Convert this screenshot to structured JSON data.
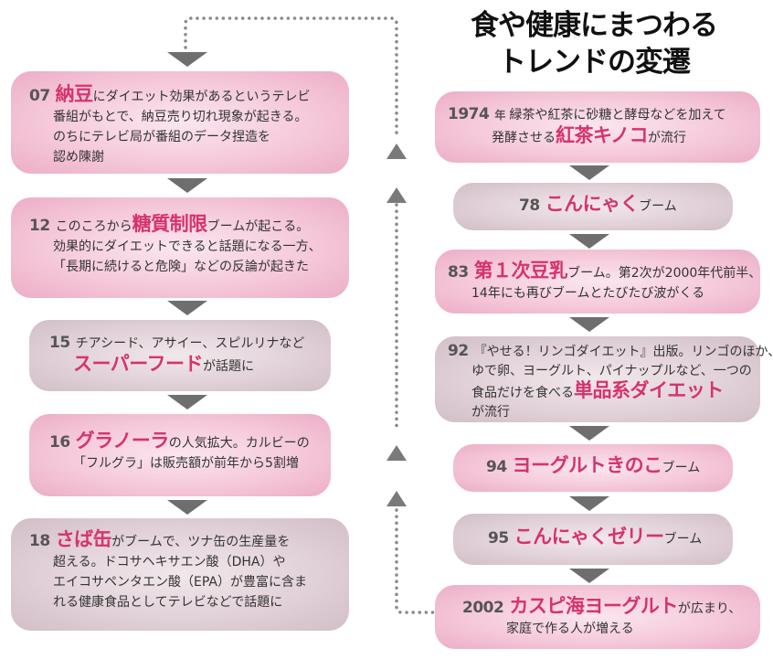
{
  "title": [
    "食や健康にまつわる",
    "トレンドの変遷"
  ],
  "right_column": [
    {
      "year": "1974",
      "year_suffix": "年",
      "lines": [
        [
          {
            "t": "緑茶や紅茶に砂糖と酵母などを加えて"
          }
        ],
        [
          {
            "t": "発酵させる"
          },
          {
            "h": "紅茶キノコ"
          },
          {
            "t": "が流行"
          }
        ]
      ]
    },
    {
      "year": "78",
      "lines": [
        [
          {
            "h": "こんにゃく"
          },
          {
            "t": "ブーム"
          }
        ]
      ]
    },
    {
      "year": "83",
      "lines": [
        [
          {
            "h": "第１次豆乳"
          },
          {
            "t": "ブーム。第2次が2000年代前半、"
          }
        ],
        [
          {
            "t": "14年にも再びブームとたびたび波がくる"
          }
        ]
      ]
    },
    {
      "year": "92",
      "lines": [
        [
          {
            "t": "『やせる！リンゴダイエット』出版。リンゴのほか、"
          }
        ],
        [
          {
            "t": "ゆで卵、ヨーグルト、パイナップルなど、一つの"
          }
        ],
        [
          {
            "t": "食品だけを食べる"
          },
          {
            "h": "単品系ダイエット"
          }
        ],
        [
          {
            "t": "が流行"
          }
        ]
      ]
    },
    {
      "year": "94",
      "lines": [
        [
          {
            "h": "ヨーグルトきのこ"
          },
          {
            "t": "ブーム"
          }
        ]
      ]
    },
    {
      "year": "95",
      "lines": [
        [
          {
            "h": "こんにゃくゼリー"
          },
          {
            "t": "ブーム"
          }
        ]
      ]
    },
    {
      "year": "2002",
      "lines": [
        [
          {
            "h": "カスピ海ヨーグルト"
          },
          {
            "t": "が広まり、"
          }
        ],
        [
          {
            "t": "家庭で作る人が増える"
          }
        ]
      ]
    }
  ],
  "left_column": [
    {
      "year": "07",
      "lines": [
        [
          {
            "h": "納豆"
          },
          {
            "t": "にダイエット効果があるというテレビ"
          }
        ],
        [
          {
            "t": "番組がもとで、納豆売り切れ現象が起きる。"
          }
        ],
        [
          {
            "t": "のちにテレビ局が番組のデータ捏造を"
          }
        ],
        [
          {
            "t": "認め陳謝"
          }
        ]
      ]
    },
    {
      "year": "12",
      "lines": [
        [
          {
            "t": "このころから"
          },
          {
            "h": "糖質制限"
          },
          {
            "t": "ブームが起こる。"
          }
        ],
        [
          {
            "t": "効果的にダイエットできると話題になる一方、"
          }
        ],
        [
          {
            "t": "「長期に続けると危険」などの反論が起きた"
          }
        ]
      ]
    },
    {
      "year": "15",
      "lines": [
        [
          {
            "t": "チアシード、アサイー、スピルリナなど"
          }
        ],
        [
          {
            "h": "スーパーフード"
          },
          {
            "t": "が話題に"
          }
        ]
      ]
    },
    {
      "year": "16",
      "lines": [
        [
          {
            "h": "グラノーラ"
          },
          {
            "t": "の人気拡大。カルビーの"
          }
        ],
        [
          {
            "t": "「フルグラ」は販売額が前年から5割増"
          }
        ]
      ]
    },
    {
      "year": "18",
      "lines": [
        [
          {
            "h": "さば缶"
          },
          {
            "t": "がブームで、ツナ缶の生産量を"
          }
        ],
        [
          {
            "t": "超える。ドコサヘキサエン酸（DHA）や"
          }
        ],
        [
          {
            "t": "エイコサペンタエン酸（EPA）が豊富に含ま"
          }
        ],
        [
          {
            "t": "れる健康食品としてテレビなどで話題に"
          }
        ]
      ]
    }
  ],
  "colors": {
    "highlight": "#d6336c",
    "pink_box": "#f5c9da",
    "grey_box": "#e1d1d8",
    "arrow": "#6e6e6e"
  }
}
